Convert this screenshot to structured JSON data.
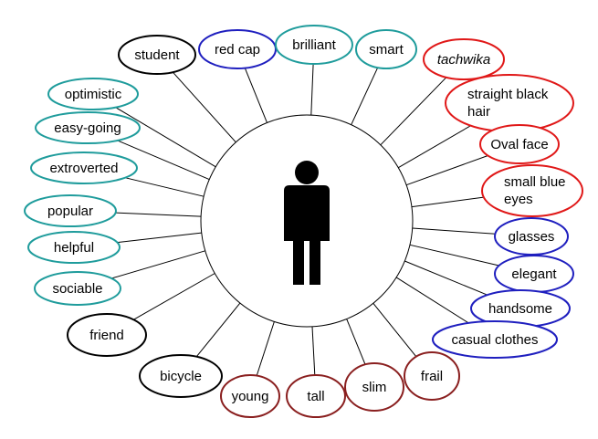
{
  "center": {
    "icon": "person-icon"
  },
  "colors": {
    "black": "#000000",
    "blue": "#1f1fbf",
    "teal": "#1f9c9c",
    "red": "#e01818",
    "maroon": "#8a1f1f"
  },
  "words": [
    {
      "id": "student",
      "label": "student",
      "color": "black"
    },
    {
      "id": "red-cap",
      "label": "red cap",
      "color": "blue"
    },
    {
      "id": "brilliant",
      "label": "brilliant",
      "color": "teal"
    },
    {
      "id": "smart",
      "label": "smart",
      "color": "teal"
    },
    {
      "id": "tachwika",
      "label": "tachwika",
      "color": "red"
    },
    {
      "id": "straight-black-hair",
      "label": "straight black hair",
      "color": "red"
    },
    {
      "id": "oval-face",
      "label": "Oval face",
      "color": "red"
    },
    {
      "id": "small-blue-eyes",
      "label": "small blue eyes",
      "color": "red"
    },
    {
      "id": "glasses",
      "label": "glasses",
      "color": "blue"
    },
    {
      "id": "elegant",
      "label": "elegant",
      "color": "blue"
    },
    {
      "id": "handsome",
      "label": "handsome",
      "color": "blue"
    },
    {
      "id": "casual-clothes",
      "label": "casual clothes",
      "color": "blue"
    },
    {
      "id": "frail",
      "label": "frail",
      "color": "maroon"
    },
    {
      "id": "slim",
      "label": "slim",
      "color": "maroon"
    },
    {
      "id": "tall",
      "label": "tall",
      "color": "maroon"
    },
    {
      "id": "young",
      "label": "young",
      "color": "maroon"
    },
    {
      "id": "bicycle",
      "label": "bicycle",
      "color": "black"
    },
    {
      "id": "friend",
      "label": "friend",
      "color": "black"
    },
    {
      "id": "sociable",
      "label": "sociable",
      "color": "teal"
    },
    {
      "id": "helpful",
      "label": "helpful",
      "color": "teal"
    },
    {
      "id": "popular",
      "label": "popular",
      "color": "teal"
    },
    {
      "id": "extroverted",
      "label": "extroverted",
      "color": "teal"
    },
    {
      "id": "easy-going",
      "label": "easy-going",
      "color": "teal"
    },
    {
      "id": "optimistic",
      "label": "optimistic",
      "color": "teal"
    }
  ]
}
